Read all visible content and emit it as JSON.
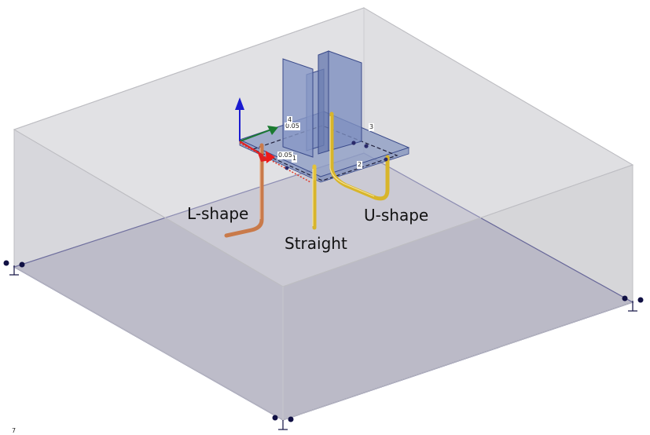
{
  "scene": {
    "labels": {
      "l_shape": "L-shape",
      "straight": "Straight",
      "u_shape": "U-shape"
    },
    "dimension_labels": {
      "dim_upper": "0.05",
      "dim_lower": "0.05"
    },
    "node_numbers": {
      "n4": "4",
      "n3": "3",
      "n2": "2",
      "n1": "1",
      "corner": "7"
    },
    "colors": {
      "concrete_block": "#c8c8cc",
      "block_bottom": "#a9a7bc",
      "base_plate": "#8e9ec4",
      "column": "#7d8fbf",
      "anchor_straight_u": "#e3c23a",
      "anchor_l": "#c97a4a",
      "edge_line": "#2a2a7a",
      "axis_z": "#1b1bd0",
      "axis_y": "#1a7a30",
      "axis_x": "#e02020"
    },
    "icons": [
      "support-icon",
      "axis-triad-icon"
    ]
  }
}
